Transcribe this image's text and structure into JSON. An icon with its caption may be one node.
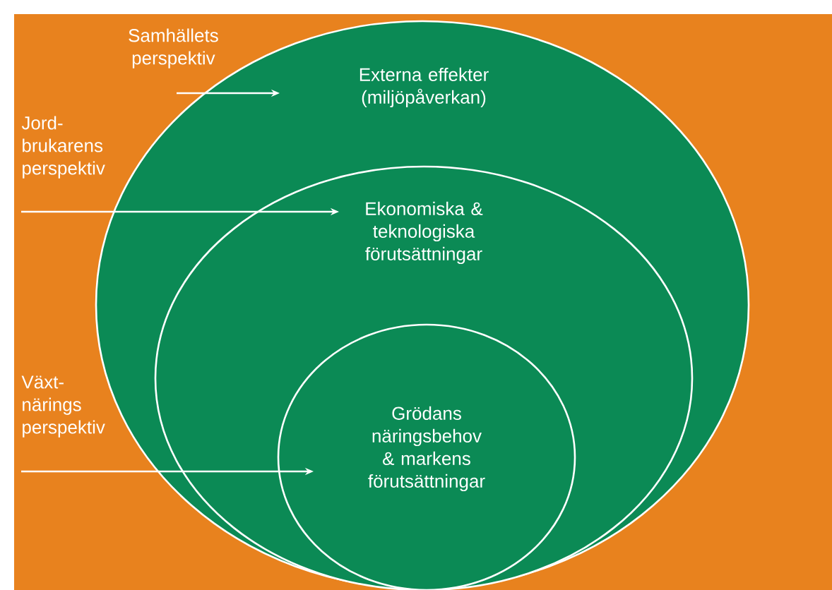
{
  "diagram": {
    "nodes": [
      {
        "text": [
          "Externa effekter (miljöpåverkan)"
        ]
      },
      {
        "text": [
          "Ekonomiska & teknologiska förutsättningar"
        ],
        "in": 0
      },
      {
        "text": [
          "Grödans näringsbehov & markens förutsättningar"
        ],
        "in": 1
      },
      {
        "text": [
          "Samhällets perspektiv"
        ]
      },
      {
        "text": [
          "Jord- brukarens perspektiv"
        ]
      },
      {
        "text": [
          "Växt- närings perspektiv"
        ]
      }
    ],
    "edges": [
      {
        "from": 3,
        "to": 0,
        "arrow": "to"
      },
      {
        "from": 4,
        "to": 1,
        "arrow": "to"
      },
      {
        "from": 5,
        "to": 2,
        "arrow": "to"
      }
    ]
  }
}
